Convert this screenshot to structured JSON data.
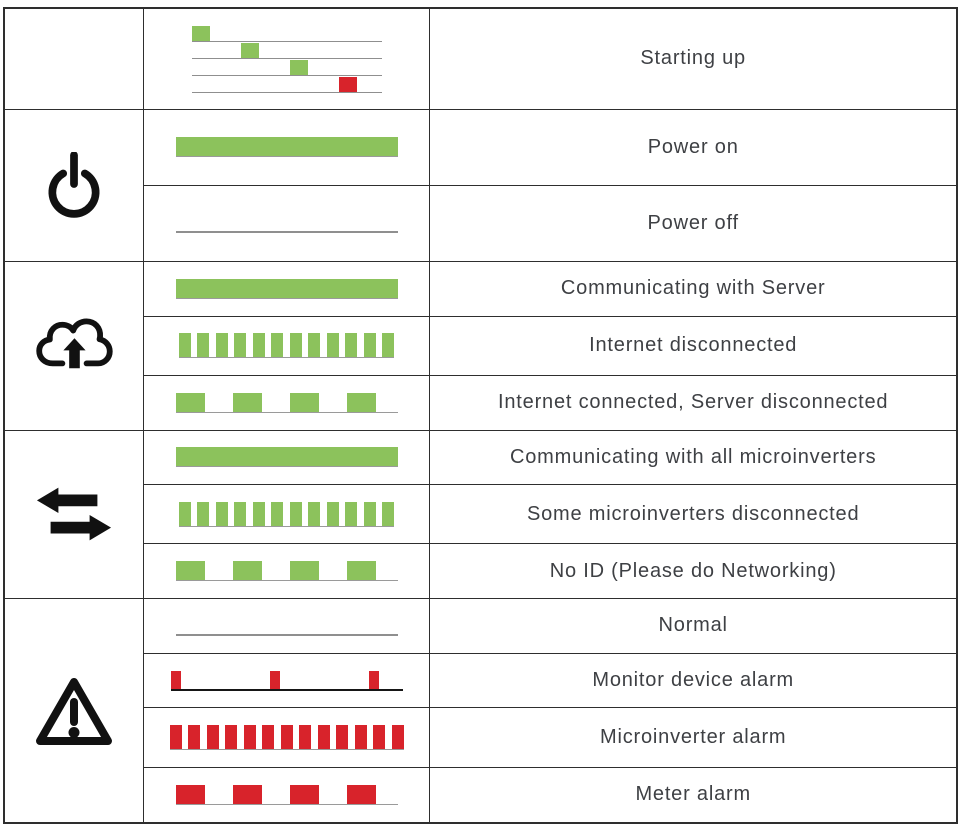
{
  "colors": {
    "green": "#8CC25C",
    "red": "#D8232B",
    "line_gray": "#8f8f8f",
    "line_black": "#161616",
    "grid_border": "#2e2e2e",
    "text": "#3e4044"
  },
  "rows": [
    {
      "icon": "",
      "icon_span": 1,
      "pattern": {
        "type": "staircase",
        "steps": [
          "green",
          "green",
          "green",
          "red"
        ]
      },
      "label": "Starting up"
    },
    {
      "icon": "power-icon",
      "icon_span": 2,
      "pattern": {
        "type": "solid",
        "color": "green"
      },
      "label": "Power on"
    },
    {
      "pattern": {
        "type": "flatline"
      },
      "label": "Power off"
    },
    {
      "icon": "cloud-upload-icon",
      "icon_span": 3,
      "pattern": {
        "type": "solid",
        "color": "green"
      },
      "label": "Communicating with Server"
    },
    {
      "pattern": {
        "type": "fast-blink",
        "color": "green",
        "count": 12
      },
      "label": "Internet disconnected"
    },
    {
      "pattern": {
        "type": "slow-blink",
        "color": "green",
        "count": 4
      },
      "label": "Internet connected, Server disconnected"
    },
    {
      "icon": "transfer-arrows-icon",
      "icon_span": 3,
      "pattern": {
        "type": "solid",
        "color": "green"
      },
      "label": "Communicating with all microinverters"
    },
    {
      "pattern": {
        "type": "fast-blink",
        "color": "green",
        "count": 12
      },
      "label": "Some microinverters disconnected"
    },
    {
      "pattern": {
        "type": "slow-blink",
        "color": "green",
        "count": 4
      },
      "label": "No ID (Please do Networking)"
    },
    {
      "icon": "warning-triangle-icon",
      "icon_span": 4,
      "pattern": {
        "type": "flatline"
      },
      "label": "Normal"
    },
    {
      "pattern": {
        "type": "sparse-blink",
        "color": "red",
        "count": 3
      },
      "label": "Monitor device alarm"
    },
    {
      "pattern": {
        "type": "fast-blink",
        "color": "red",
        "count": 13
      },
      "label": "Microinverter alarm"
    },
    {
      "pattern": {
        "type": "slow-blink",
        "color": "red",
        "count": 4
      },
      "label": "Meter alarm"
    }
  ]
}
